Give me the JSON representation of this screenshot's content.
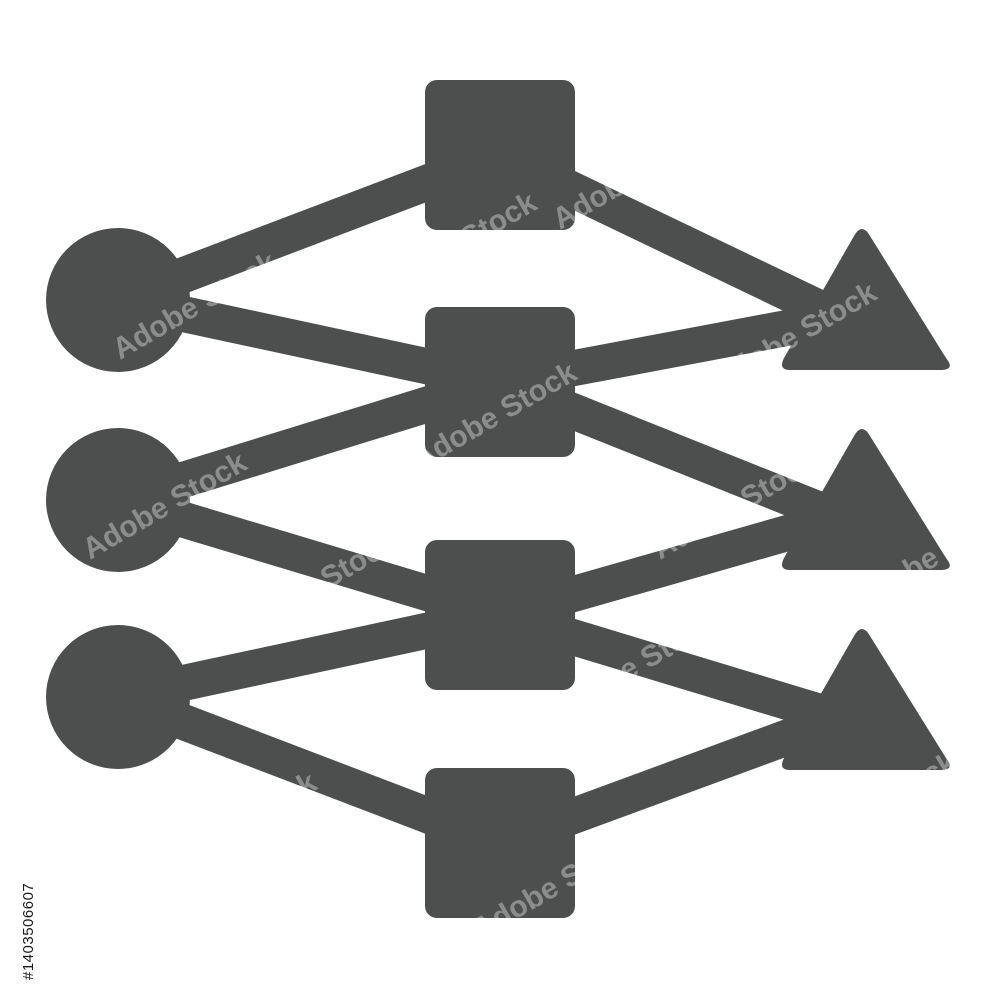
{
  "icon": {
    "name": "network-diagram-icon",
    "color": "#4d4f4f",
    "background": "#ffffff",
    "node_shapes": [
      "circle",
      "square",
      "triangle"
    ],
    "counts": {
      "circles": 3,
      "squares": 4,
      "triangles": 3
    }
  },
  "watermark": {
    "text": "Adobe Stock",
    "color": "#ffffff"
  },
  "stock_id": {
    "text": "#1403506607",
    "color": "#1a1a1a"
  }
}
